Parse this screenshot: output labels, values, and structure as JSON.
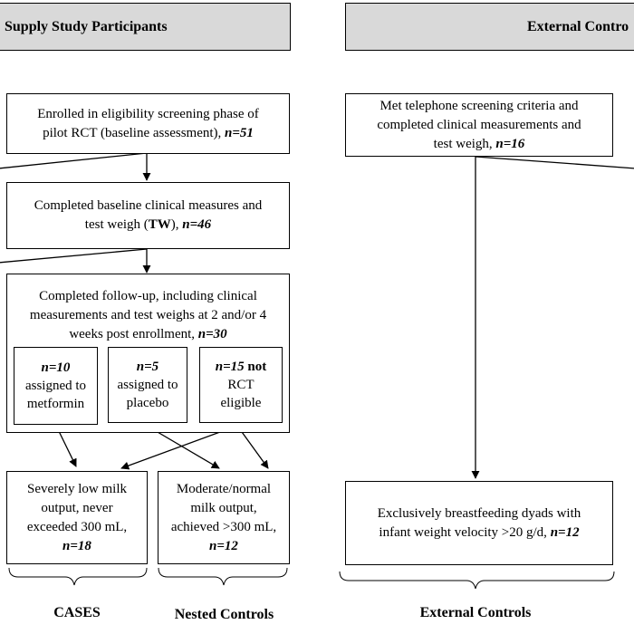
{
  "headers": {
    "left": "Supply Study Participants",
    "right": "External Contro"
  },
  "boxes": {
    "enrolled": {
      "line1": "Enrolled in eligibility screening phase of",
      "line2": "pilot RCT (baseline assessment), ",
      "n": "n=51"
    },
    "baseline": {
      "line1": "Completed baseline clinical measures and",
      "line2a": "test weigh (",
      "tw": "TW",
      "line2b": "), ",
      "n": "n=46"
    },
    "followup": {
      "line1": "Completed follow-up, including clinical",
      "line2": "measurements and test weighs at 2 and/or 4",
      "line3": "weeks post enrollment, ",
      "n": "n=30"
    },
    "metformin": {
      "n": "n=10",
      "line2": "assigned to",
      "line3": "metformin"
    },
    "placebo": {
      "n": "n=5",
      "line2": "assigned to",
      "line3": "placebo"
    },
    "not_rct": {
      "n": "n=15",
      "suffix": " not",
      "line2": "RCT",
      "line3": "eligible"
    },
    "cases": {
      "line1": "Severely low milk",
      "line2": "output, never",
      "line3": "exceeded 300 mL,",
      "n": "n=18"
    },
    "nested": {
      "line1": "Moderate/normal",
      "line2": "milk output,",
      "line3": "achieved >300 mL,",
      "n": "n=12"
    },
    "telephone": {
      "line1": "Met telephone screening criteria and",
      "line2": "completed clinical measurements and",
      "line3": "test weigh, ",
      "n": "n=16"
    },
    "exclusive": {
      "line1": "Exclusively breastfeeding dyads with",
      "line2": "infant weight velocity >20 g/d, ",
      "n": "n=12"
    }
  },
  "group_labels": {
    "cases": "CASES",
    "nested": "Nested Controls",
    "external": "External Controls"
  }
}
